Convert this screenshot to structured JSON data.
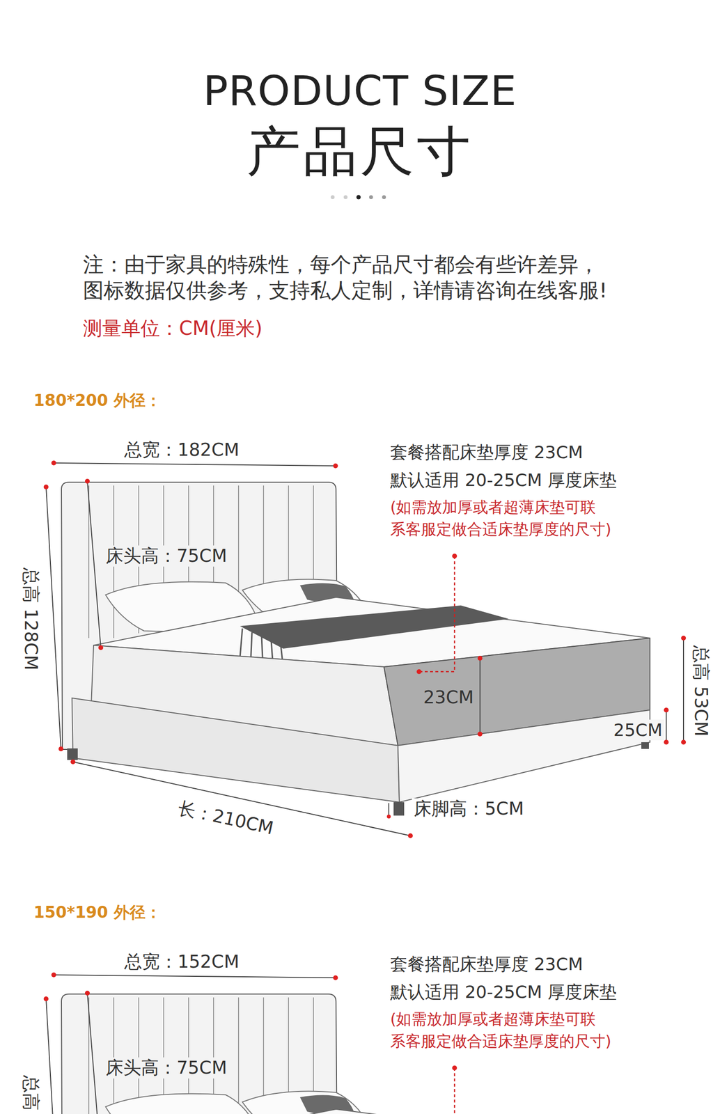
{
  "diagram": {
    "title": "PRODUCT SIZE",
    "labels": [
      "产品尺寸",
      "注：由于家具的特殊性，每个产品尺寸都会有些许差异，",
      "图标数据仅供参考，支持私人定制，详情请咨询在线客服!",
      "测量单位：CM(厘米)",
      "180*200 外径：",
      "总宽：182CM",
      "套餐搭配床垫厚度 23CM",
      "默认适用 20-25CM 厚度床垫",
      "(如需放加厚或者超薄床垫可联",
      "系客服定做合适床垫厚度的尺寸)",
      "床头高：75CM",
      "总高 128CM",
      "23CM",
      "25CM",
      "总高 53CM",
      "长：210CM",
      "床脚高：5CM",
      "150*190 外径：",
      "总宽：152CM",
      "套餐搭配床垫厚度 23CM",
      "默认适用 20-25CM 厚度床垫",
      "(如需放加厚或者超薄床垫可联",
      "系客服定做合适床垫厚度的尺寸)",
      "床头高：75CM",
      "总高"
    ]
  }
}
